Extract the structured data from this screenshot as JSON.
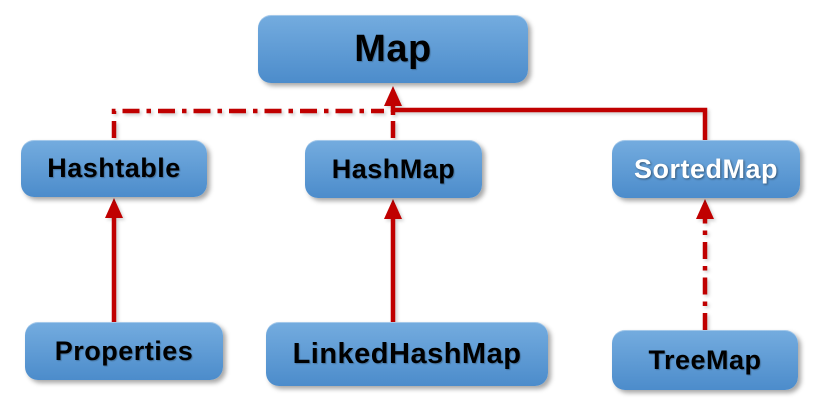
{
  "diagram_type": "class-hierarchy",
  "nodes": {
    "map": {
      "label": "Map"
    },
    "hashtable": {
      "label": "Hashtable"
    },
    "hashmap": {
      "label": "HashMap"
    },
    "sortedmap": {
      "label": "SortedMap"
    },
    "properties": {
      "label": "Properties"
    },
    "linkedhashmap": {
      "label": "LinkedHashMap"
    },
    "treemap": {
      "label": "TreeMap"
    }
  },
  "edges": [
    {
      "from": "hashtable",
      "to": "map",
      "style": "dash-dot",
      "arrow": "up-into-map"
    },
    {
      "from": "hashmap",
      "to": "map",
      "style": "solid",
      "arrow": "up-into-map"
    },
    {
      "from": "sortedmap",
      "to": "map",
      "style": "solid",
      "arrow": "up-into-map"
    },
    {
      "from": "properties",
      "to": "hashtable",
      "style": "solid",
      "arrow": "up"
    },
    {
      "from": "linkedhashmap",
      "to": "hashmap",
      "style": "solid",
      "arrow": "up"
    },
    {
      "from": "treemap",
      "to": "sortedmap",
      "style": "dash-dot",
      "arrow": "up"
    }
  ],
  "colors": {
    "node_fill_top": "#74ACDF",
    "node_fill_bottom": "#4C8CCB",
    "edge": "#C00000",
    "text_dark": "#000000",
    "text_light": "#FFFFFF",
    "background": "#FFFFFF"
  }
}
